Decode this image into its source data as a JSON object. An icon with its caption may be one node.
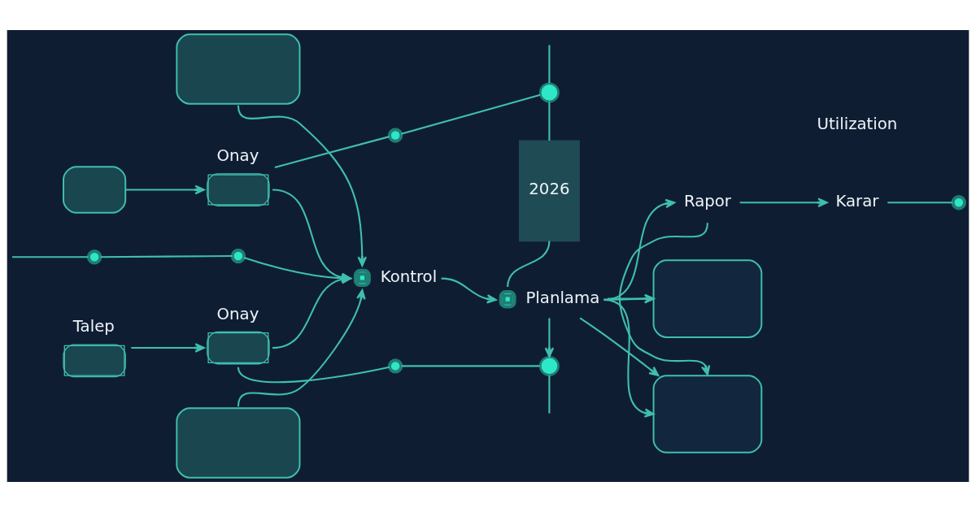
{
  "diagram": {
    "nodes": [
      {
        "text": [],
        "shape": "circle"
      },
      {
        "text": [],
        "shape": "circle"
      },
      {
        "text": [],
        "shape": "box"
      },
      {
        "text": [
          "2026"
        ]
      },
      {
        "text": [],
        "shape": "box"
      },
      {
        "text": [
          "Onay"
        ]
      },
      {
        "text": [],
        "shape": "box"
      },
      {
        "text": [],
        "shape": "circle"
      },
      {
        "text": [],
        "shape": "circle"
      },
      {
        "text": [
          "Kontrol"
        ]
      },
      {
        "text": [
          "Planlama"
        ]
      },
      {
        "text": [
          "Rapor"
        ]
      },
      {
        "text": [
          "Karar"
        ]
      },
      {
        "text": [],
        "shape": "circle"
      },
      {
        "text": [
          "Talep"
        ]
      },
      {
        "text": [
          "Onay"
        ]
      },
      {
        "text": [],
        "shape": "box"
      },
      {
        "text": [],
        "shape": "box"
      },
      {
        "text": [],
        "shape": "circle"
      },
      {
        "text": [],
        "shape": "circle"
      }
    ],
    "edges": [
      {
        "from": null,
        "to": 7,
        "arrow": "none"
      },
      {
        "from": 7,
        "to": 8,
        "arrow": "none"
      },
      {
        "from": 8,
        "to": 9,
        "arrow": "to"
      },
      {
        "from": 4,
        "to": 5,
        "arrow": "to"
      },
      {
        "from": 14,
        "to": 15,
        "arrow": "to"
      },
      {
        "from": 5,
        "to": 9,
        "arrow": "to"
      },
      {
        "from": 15,
        "to": 9,
        "arrow": "to"
      },
      {
        "from": 2,
        "to": 9,
        "arrow": "to"
      },
      {
        "from": 16,
        "to": 9,
        "arrow": "to"
      },
      {
        "from": 5,
        "to": 0,
        "arrow": "none"
      },
      {
        "from": 0,
        "to": 1,
        "arrow": "none"
      },
      {
        "from": 1,
        "to": 3,
        "arrow": "none"
      },
      {
        "from": 3,
        "to": 10,
        "arrow": "none"
      },
      {
        "from": 10,
        "to": 19,
        "arrow": "to"
      },
      {
        "from": 15,
        "to": 18,
        "arrow": "none"
      },
      {
        "from": 18,
        "to": 19,
        "arrow": "none"
      },
      {
        "from": 9,
        "to": 10,
        "arrow": "to"
      },
      {
        "from": 10,
        "to": 6,
        "arrow": "to"
      },
      {
        "from": 10,
        "to": 11,
        "arrow": "to"
      },
      {
        "from": 10,
        "to": 17,
        "arrow": "to"
      },
      {
        "from": 10,
        "to": 6,
        "arrow": "to"
      },
      {
        "from": 10,
        "to": 17,
        "arrow": "to"
      },
      {
        "from": 11,
        "to": 6,
        "arrow": "to"
      },
      {
        "from": 11,
        "to": 12,
        "arrow": "to"
      },
      {
        "from": 12,
        "to": 13,
        "arrow": "none"
      },
      {
        "from": null,
        "to": 1,
        "arrow": "none"
      },
      {
        "from": 19,
        "to": null,
        "arrow": "none"
      }
    ],
    "labels": [
      "Utilization"
    ]
  }
}
